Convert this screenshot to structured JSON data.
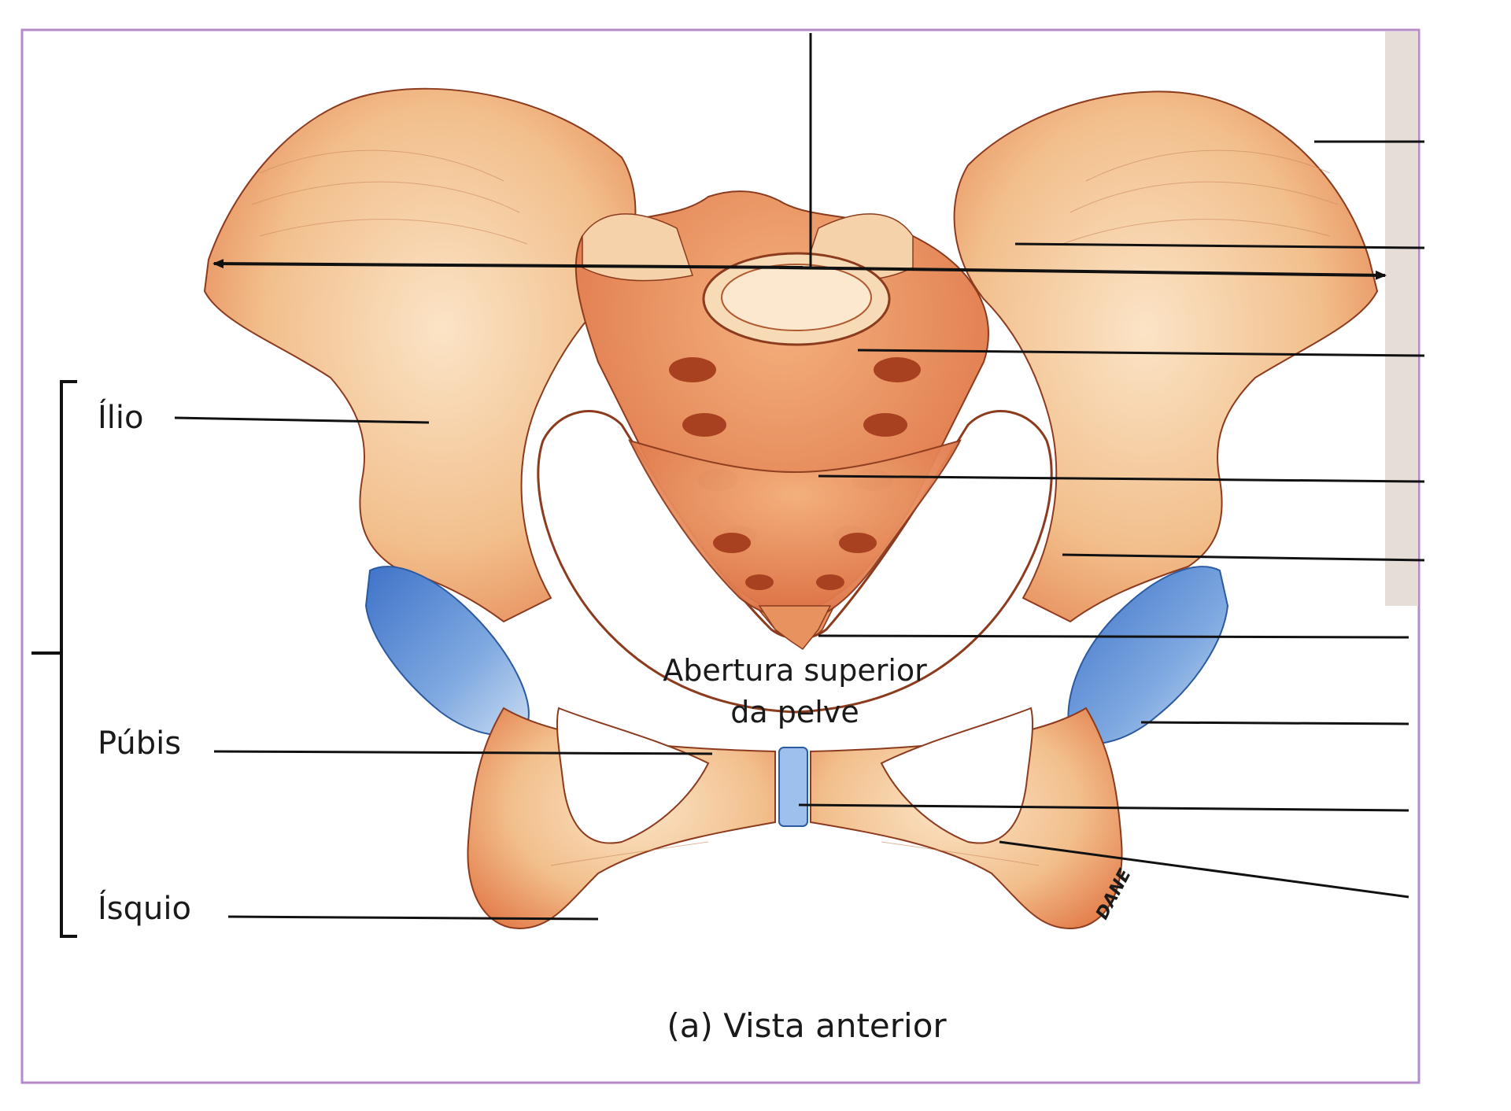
{
  "figure": {
    "caption": "(a) Vista anterior",
    "bracket_labels": {
      "ilio": "Ílio",
      "pubis": "Púbis",
      "isquio": "Ísquio"
    },
    "inlet_label_line1": "Abertura superior",
    "inlet_label_line2": "da pelve",
    "signature": "DANE",
    "colors": {
      "bone": "#f2c79a",
      "bone_shade": "#e07a48",
      "cartilage": "#5d8fd6",
      "frame": "#b58cc9"
    }
  }
}
